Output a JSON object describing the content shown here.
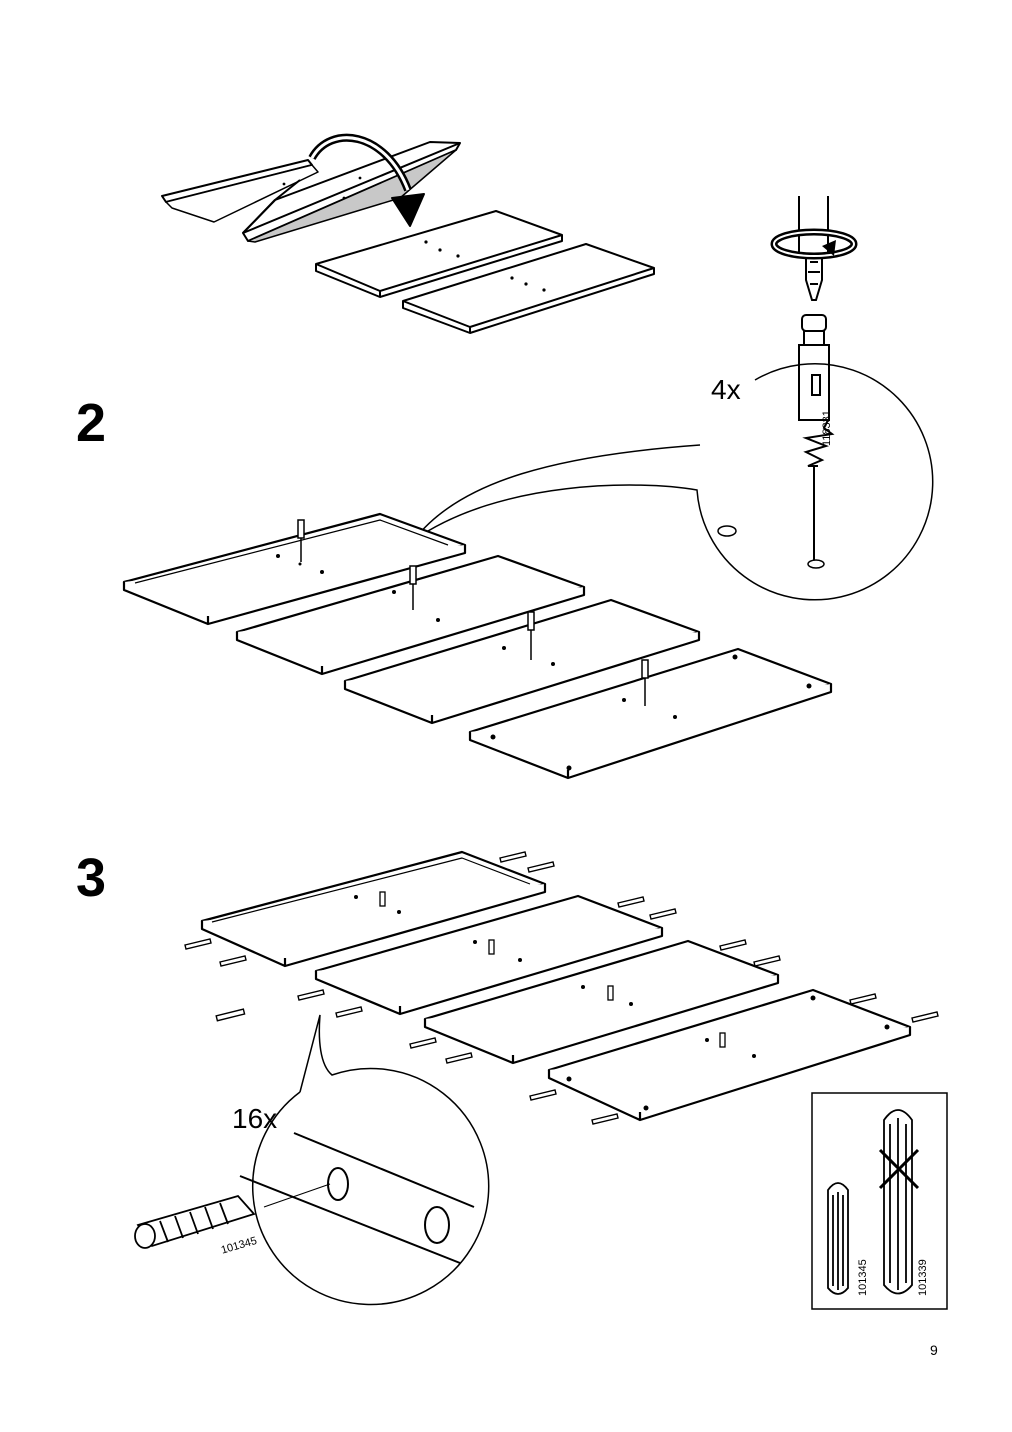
{
  "steps": [
    {
      "number": "2",
      "callout_quantity": "4x",
      "part_number": "118331"
    },
    {
      "number": "3",
      "callout_quantity": "16x",
      "part_number": "101345"
    }
  ],
  "dowel_comparison": {
    "correct_part": "101345",
    "wrong_part": "101339"
  },
  "page": {
    "number": "9"
  }
}
